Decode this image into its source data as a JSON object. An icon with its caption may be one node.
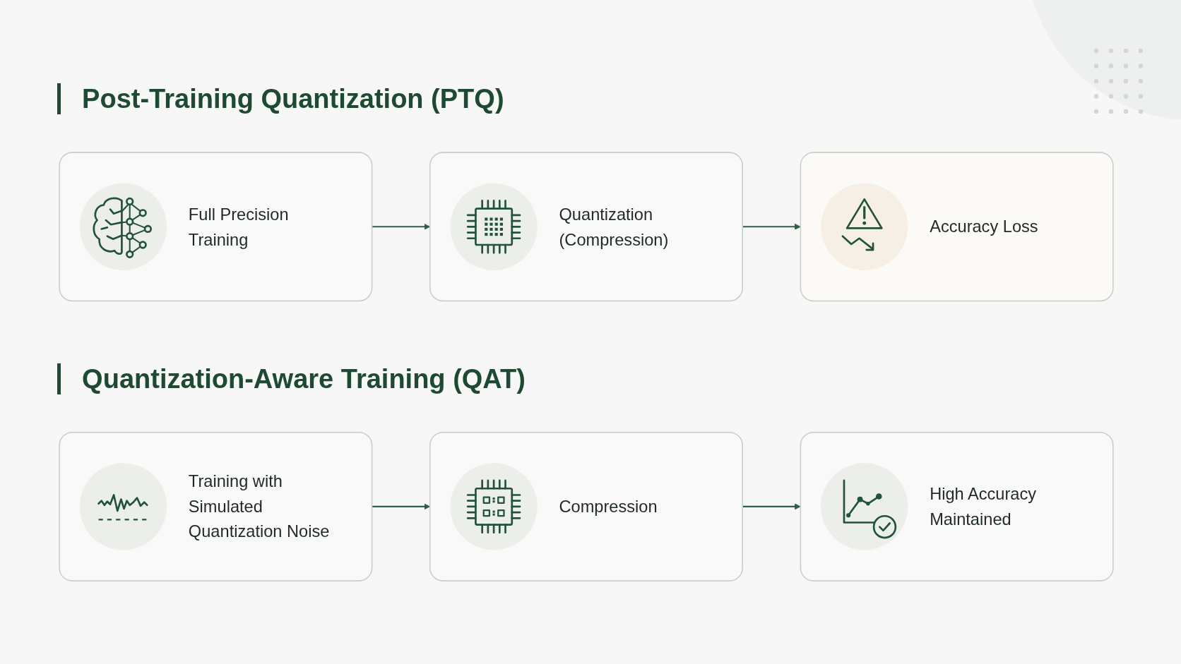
{
  "diagram": {
    "nodes": [
      {
        "text": [
          "Full Precision Training"
        ]
      },
      {
        "text": [
          "Quantization (Compression)"
        ]
      },
      {
        "text": [
          "Accuracy Loss"
        ]
      },
      {
        "text": [
          "Training with Simulated Quantization Noise"
        ]
      },
      {
        "text": [
          "Compression"
        ]
      },
      {
        "text": [
          "High Accuracy Maintained"
        ]
      }
    ],
    "edges": [
      {
        "from": 0,
        "to": 1,
        "arrow": "to"
      },
      {
        "from": 1,
        "to": 2,
        "arrow": "to"
      },
      {
        "from": 3,
        "to": 4,
        "arrow": "to"
      },
      {
        "from": 4,
        "to": 5,
        "arrow": "to"
      }
    ],
    "labels": [
      "Post-Training Quantization (PTQ)",
      "Quantization-Aware Training (QAT)"
    ]
  }
}
